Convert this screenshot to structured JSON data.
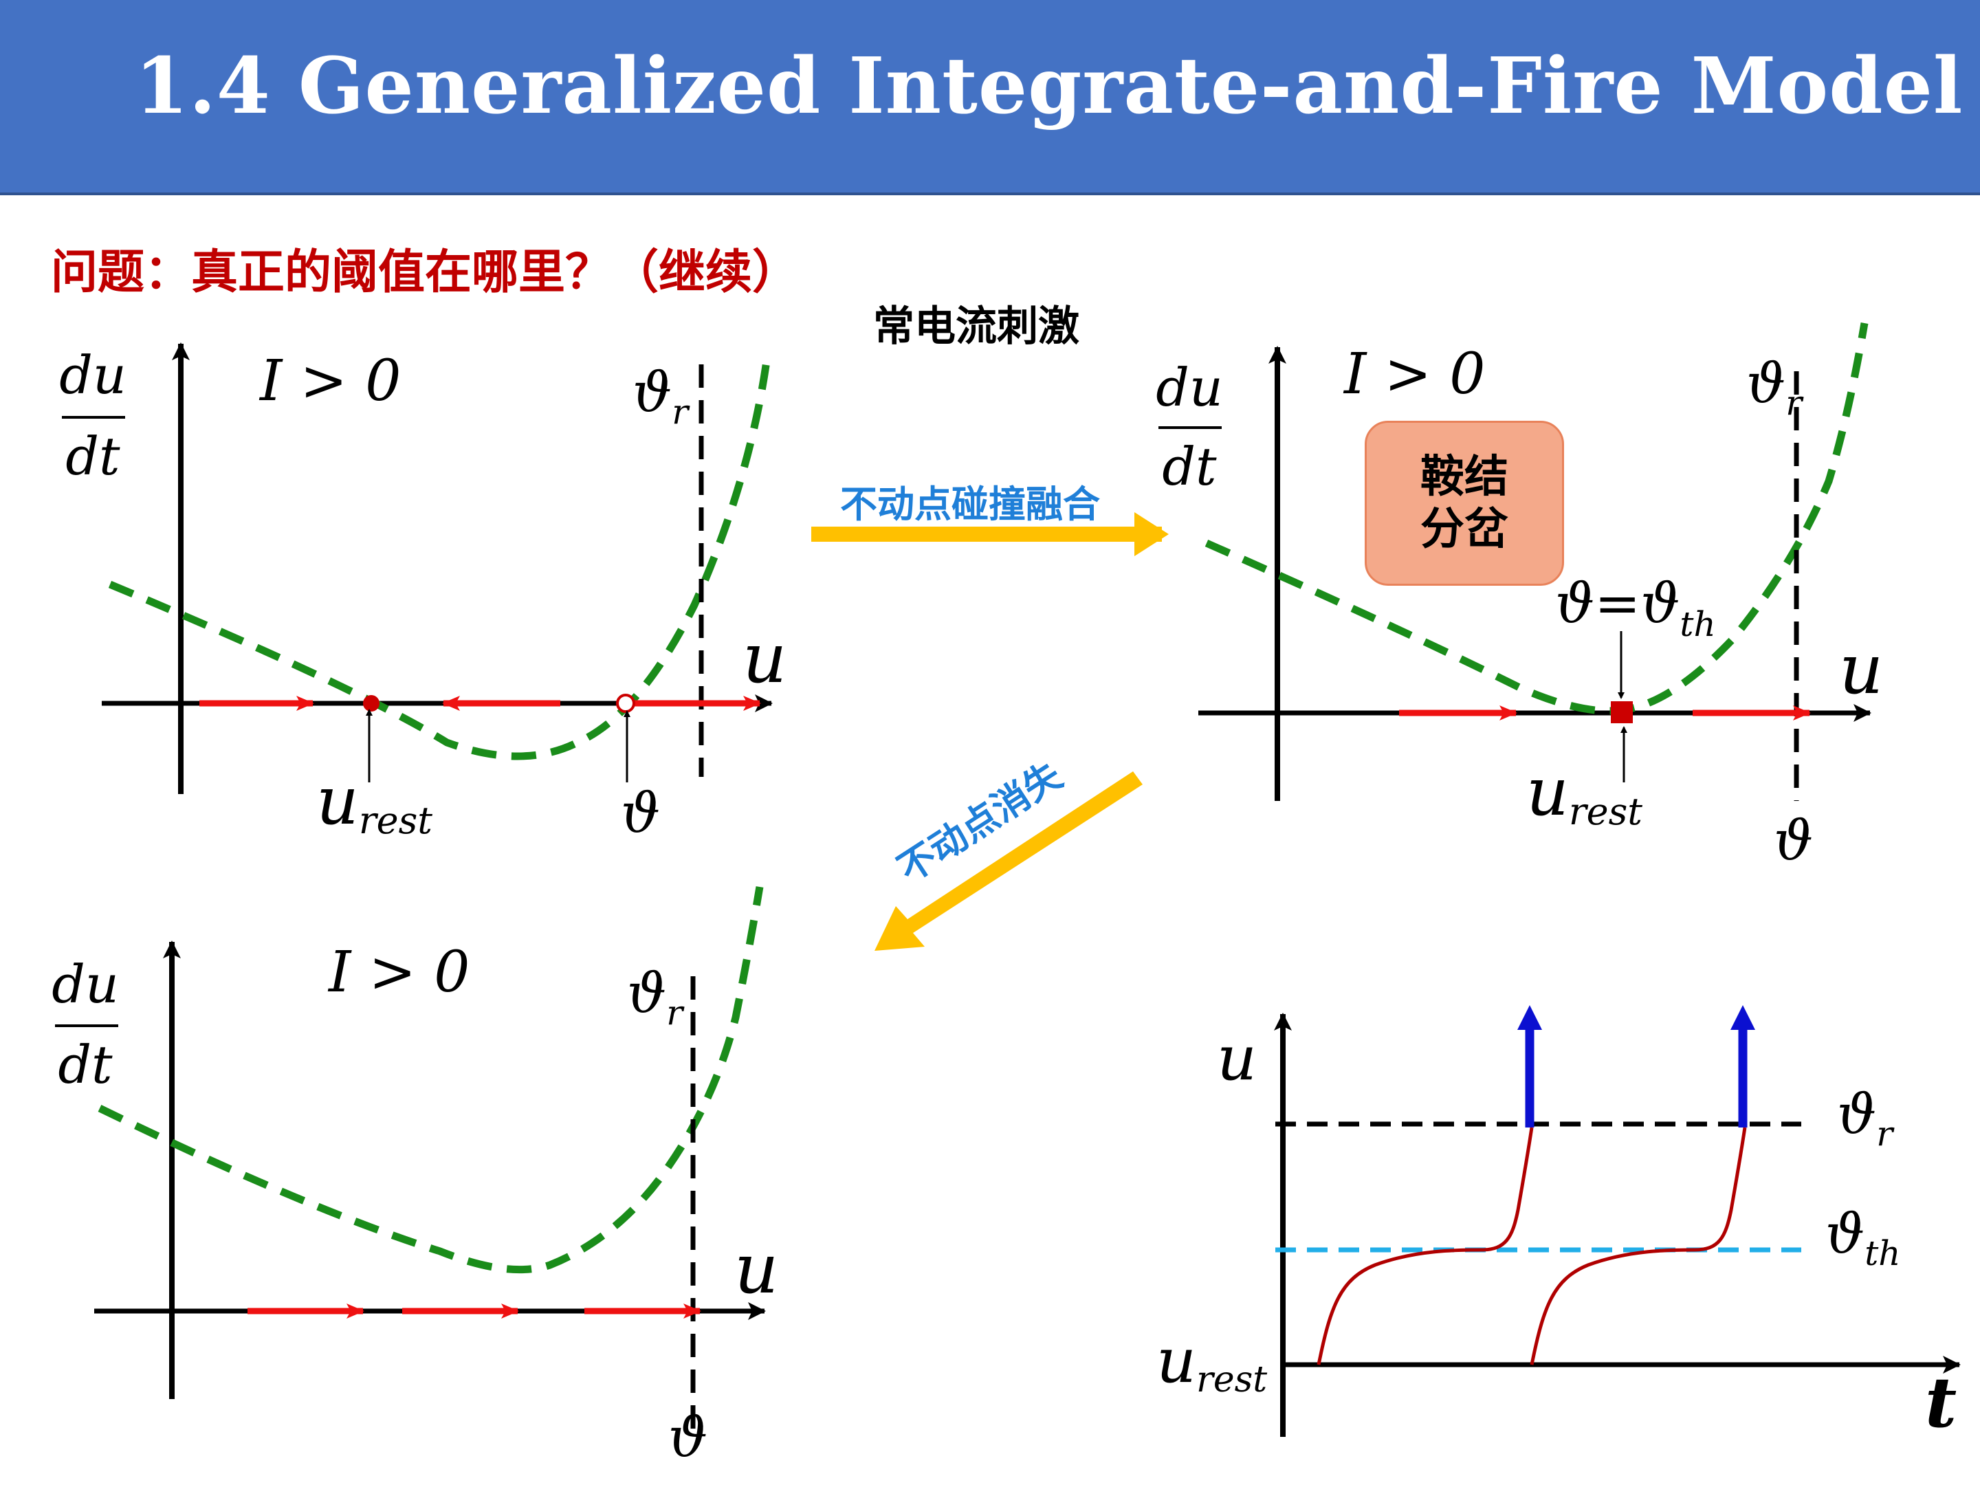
{
  "header": {
    "title": "1.4 Generalized Integrate-and-Fire Model",
    "background": "#4472c4"
  },
  "question": "问题：真正的阈值在哪里？（继续）",
  "stimulus": "常电流刺激",
  "transitions": {
    "merge": "不动点碰撞融合",
    "vanish": "不动点消失"
  },
  "saddle_node_box": "鞍结分岔",
  "labels": {
    "du": "du",
    "dt": "dt",
    "current": "I > 0",
    "u": "u",
    "u_main": "u",
    "rest_sub": "rest",
    "theta": "ϑ",
    "sub_r": "r",
    "sub_th": "th",
    "theta_eq": "ϑ=ϑ",
    "t": "t"
  },
  "colors": {
    "curve": "#1a8c1a",
    "flow_arrow": "#ee1111",
    "transition_arrow": "#ffc000",
    "spike": "#0b10d0",
    "threshold_line": "#22aee8",
    "trajectory": "#b00000",
    "fixed_point": "#cc0000"
  },
  "icons": {
    "stable_point": "filled-circle",
    "unstable_point": "open-circle",
    "saddle_point": "filled-square"
  }
}
